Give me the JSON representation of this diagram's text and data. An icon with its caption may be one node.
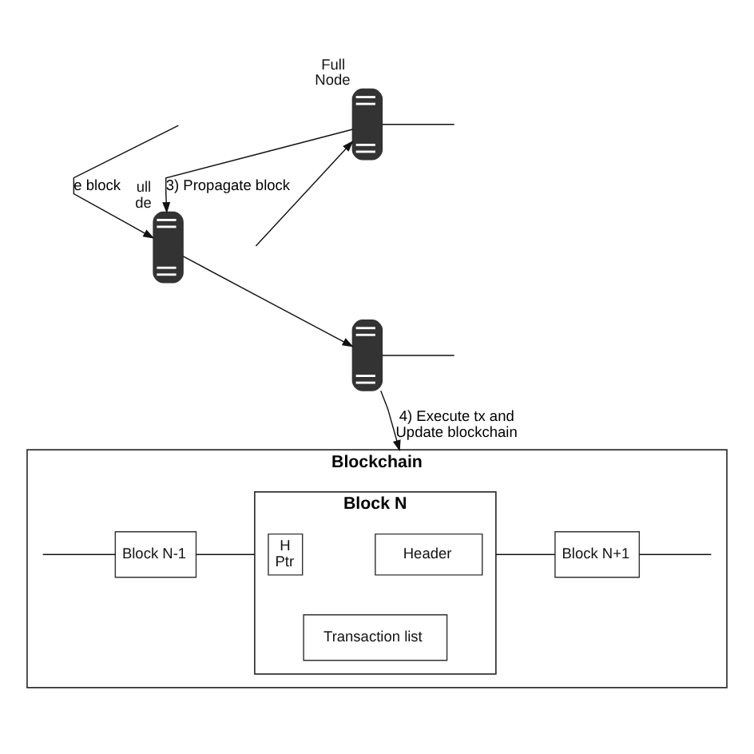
{
  "diagram": {
    "nodes": [
      {
        "text": [],
        "shape": "picture",
        "beside": [
          "ull de"
        ]
      },
      {
        "text": [],
        "shape": "picture",
        "beside": [
          "Full Node"
        ]
      },
      {
        "text": [],
        "shape": "picture"
      },
      {
        "text": [
          "Blockchain"
        ]
      },
      {
        "text": [
          "Block N-1"
        ],
        "in": 3
      },
      {
        "text": [
          "Block N"
        ],
        "in": 3
      },
      {
        "text": [
          "H Ptr"
        ],
        "in": 5
      },
      {
        "text": [
          "Header"
        ],
        "in": 5
      },
      {
        "text": [
          "Transaction list"
        ],
        "in": 5
      },
      {
        "text": [
          "Block N+1"
        ],
        "in": 3
      }
    ],
    "edges": [
      {
        "from": null,
        "to": 0,
        "arrow": "to",
        "label": "e block"
      },
      {
        "from": 1,
        "to": 0,
        "arrow": "to",
        "label": "3) Propagate block"
      },
      {
        "from": 0,
        "to": 2,
        "arrow": "to"
      },
      {
        "from": null,
        "to": 1,
        "arrow": "to"
      },
      {
        "from": 1,
        "to": null,
        "arrow": "none"
      },
      {
        "from": 2,
        "to": null,
        "arrow": "none"
      },
      {
        "from": 2,
        "to": 3,
        "arrow": "to",
        "label": "4) Execute tx and Update blockchain"
      },
      {
        "from": null,
        "to": 4,
        "arrow": "none"
      },
      {
        "from": 4,
        "to": 5,
        "arrow": "none"
      },
      {
        "from": 5,
        "to": 9,
        "arrow": "none"
      },
      {
        "from": 9,
        "to": null,
        "arrow": "none"
      }
    ]
  }
}
